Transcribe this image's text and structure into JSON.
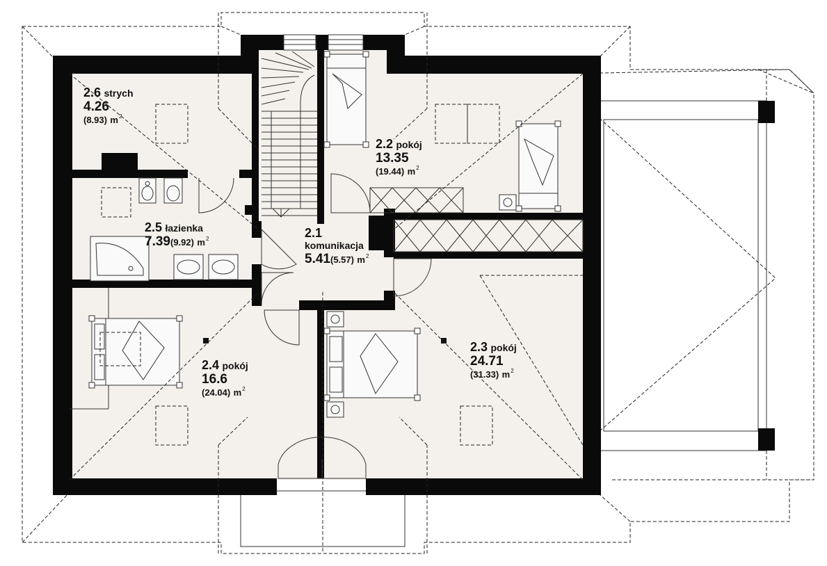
{
  "rooms": [
    {
      "id": "strych",
      "number": "2.6",
      "name": "strych",
      "area": "4.26",
      "area_total": "(8.93)",
      "unit": "m",
      "unit_exp": "2"
    },
    {
      "id": "pokoj22",
      "number": "2.2",
      "name": "pokój",
      "area": "13.35",
      "area_total": "(19.44)",
      "unit": "m",
      "unit_exp": "2"
    },
    {
      "id": "lazienka",
      "number": "2.5",
      "name": "łazienka",
      "area": "7.39",
      "area_total": "(9.92)",
      "unit": "m",
      "unit_exp": "2"
    },
    {
      "id": "komunikacja",
      "number": "2.1",
      "name": "komunikacja",
      "area": "5.41",
      "area_total": "(5.57)",
      "unit": "m",
      "unit_exp": "2"
    },
    {
      "id": "pokoj24",
      "number": "2.4",
      "name": "pokój",
      "area": "16.6",
      "area_total": "(24.04)",
      "unit": "m",
      "unit_exp": "2"
    },
    {
      "id": "pokoj23",
      "number": "2.3",
      "name": "pokój",
      "area": "24.71",
      "area_total": "(31.33)",
      "unit": "m",
      "unit_exp": "2"
    }
  ],
  "colors": {
    "wall": "#0a0a0a",
    "floor": "#f4f1ec",
    "dash": "#222222",
    "line": "#333333",
    "background": "#ffffff"
  }
}
